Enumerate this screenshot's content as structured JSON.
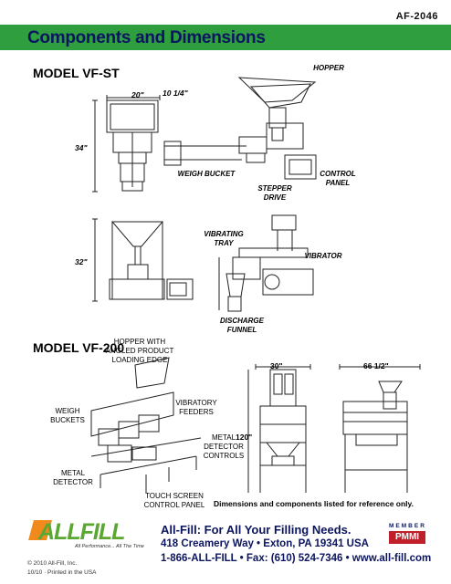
{
  "doc_code": "AF-2046",
  "title": "Components and Dimensions",
  "vfst": {
    "model": "MODEL VF-ST",
    "dim_width": "20\"",
    "dim_depth": "10 1/4\"",
    "dim_height_a": "34\"",
    "dim_height_b": "32\"",
    "hopper": "HOPPER",
    "weigh_bucket": "WEIGH BUCKET",
    "stepper_drive": "STEPPER DRIVE",
    "control_panel": "CONTROL PANEL",
    "vibrating_tray": "VIBRATING TRAY",
    "vibrator": "VIBRATOR",
    "discharge_funnel": "DISCHARGE FUNNEL"
  },
  "vf200": {
    "model": "MODEL VF-200",
    "hopper": "HOPPER WITH ANGLED PRODUCT LOADING EDGE",
    "weigh_buckets": "WEIGH BUCKETS",
    "vibratory_feeders": "VIBRATORY FEEDERS",
    "metal_detector_controls": "METAL DETECTOR CONTROLS",
    "metal_detector": "METAL DETECTOR",
    "touch_screen": "TOUCH SCREEN CONTROL PANEL",
    "dim_width": "30\"",
    "dim_depth": "66 1/2\"",
    "dim_height": "120\""
  },
  "note": "Dimensions and components listed for reference only.",
  "footer": {
    "logo_text": "ALLFILL",
    "logo_tagline": "All Performance... All The Time",
    "tagline": "All-Fill: For All Your Filling Needs.",
    "address": "418 Creamery Way • Exton, PA 19341 USA",
    "phone": "1-866-ALL-FILL • Fax: (610) 524-7346 • www.all-fill.com",
    "member": "MEMBER",
    "member_org": "PMMI",
    "copyright": "© 2010 All-Fill, Inc.",
    "printed": "10/10 · Printed in the USA"
  },
  "colors": {
    "banner": "#2e9e3e",
    "title": "#0b1560",
    "logo_green": "#5aa832",
    "logo_orange": "#f08a1c",
    "pmmi_red": "#c0202a"
  }
}
